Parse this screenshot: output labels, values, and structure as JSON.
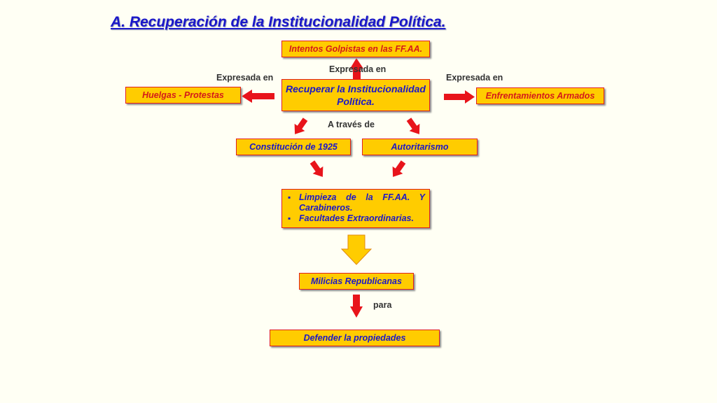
{
  "title": "A. Recuperación de la Institucionalidad Política.",
  "nodes": {
    "intentos": "Intentos Golpistas en las FF.AA.",
    "recuperar": "Recuperar la Institucionalidad Política.",
    "huelgas": "Huelgas - Protestas",
    "enfrentamientos": "Enfrentamientos Armados",
    "constitucion": "Constitución de 1925",
    "autoritarismo": "Autoritarismo",
    "limpieza_items": [
      "Limpieza de la FF.AA. Y Carabineros.",
      "Facultades Extraordinarias."
    ],
    "milicias": "Milicias Republicanas",
    "defender": "Defender la propiedades"
  },
  "labels": {
    "expresada_top": "Expresada en",
    "expresada_left": "Expresada en",
    "expresada_right": "Expresada en",
    "a_traves": "A través de",
    "para": "para"
  },
  "colors": {
    "box_fill": "#ffcc00",
    "box_border": "#e02020",
    "arrow_red": "#e8141b",
    "title_blue": "#1a17c9"
  }
}
